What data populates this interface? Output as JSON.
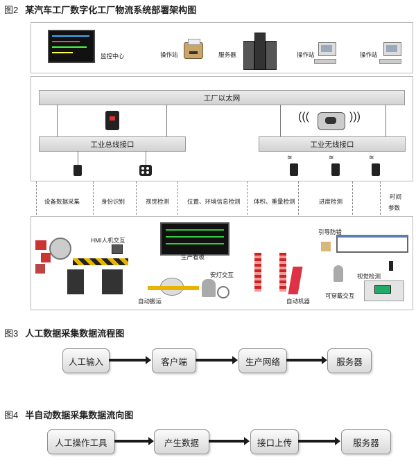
{
  "fig2": {
    "number": "图2",
    "title": "某汽车工厂数字化工厂物流系统部署架构图",
    "top_devices": [
      {
        "label": "监控中心",
        "icon": "monitor-wall-icon"
      },
      {
        "label": "操作站",
        "icon": "printer-icon"
      },
      {
        "label": "服务器",
        "icon": "server-rack-icon"
      },
      {
        "label": "操作站",
        "icon": "workstation-pc-icon"
      },
      {
        "label": "操作站",
        "icon": "workstation-pc-icon"
      }
    ],
    "network": {
      "ethernet": "工厂以太网",
      "bus_interface": "工业总线接口",
      "wireless_interface": "工业无线接口"
    },
    "functions": [
      "设备数据采集",
      "身份识别",
      "视觉检测",
      "位置、环境信息检测",
      "体积、重量检测",
      "进度检测"
    ],
    "time_label": [
      "时间",
      "参数"
    ],
    "field_devices": [
      "HMI人机交互",
      "生产看板",
      "安灯交互",
      "自动搬运",
      "自动机器",
      "引导防错",
      "视觉检测",
      "可穿戴交互"
    ]
  },
  "fig3": {
    "number": "图3",
    "title": "人工数据采集数据流程图",
    "steps": [
      "人工输入",
      "客户端",
      "生产网络",
      "服务器"
    ]
  },
  "fig4": {
    "number": "图4",
    "title": "半自动数据采集数据流向图",
    "steps": [
      "人工操作工具",
      "产生数据",
      "接口上传",
      "服务器"
    ]
  }
}
